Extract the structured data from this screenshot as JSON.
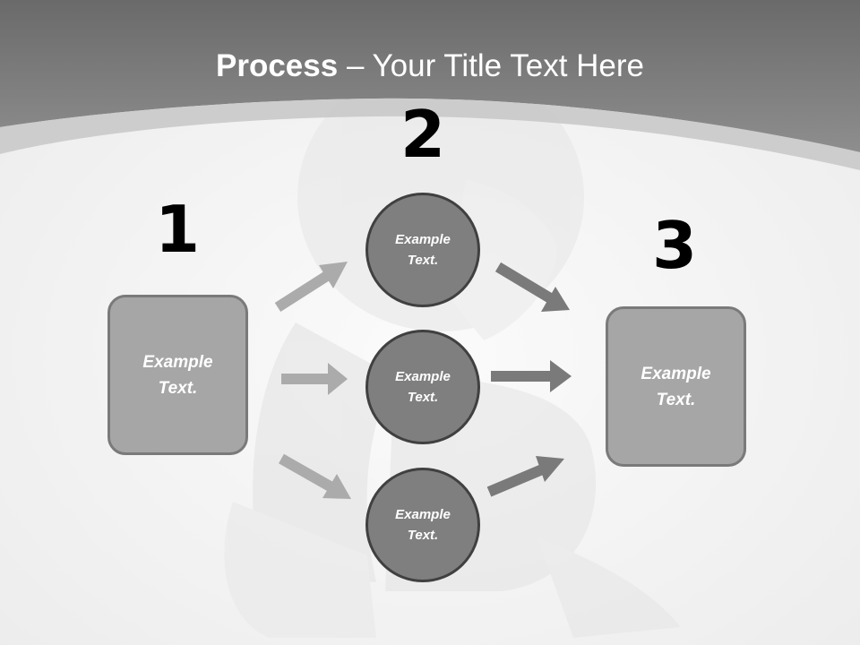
{
  "slide": {
    "title_bold": "Process",
    "title_rest": " – Your Title Text Here",
    "steps": {
      "one": "1",
      "two": "2",
      "three": "3"
    },
    "left_box": "Example Text.",
    "right_box": "Example Text.",
    "circles": [
      "Example Text.",
      "Example Text.",
      "Example Text."
    ]
  },
  "colors": {
    "header_band": "#777777",
    "box_fill": "#a6a6a6",
    "box_border": "#7a7a7a",
    "circle_fill": "#7f7f7f",
    "circle_border": "#404040",
    "arrow_light": "#ababab",
    "arrow_dark": "#7a7a7a"
  }
}
